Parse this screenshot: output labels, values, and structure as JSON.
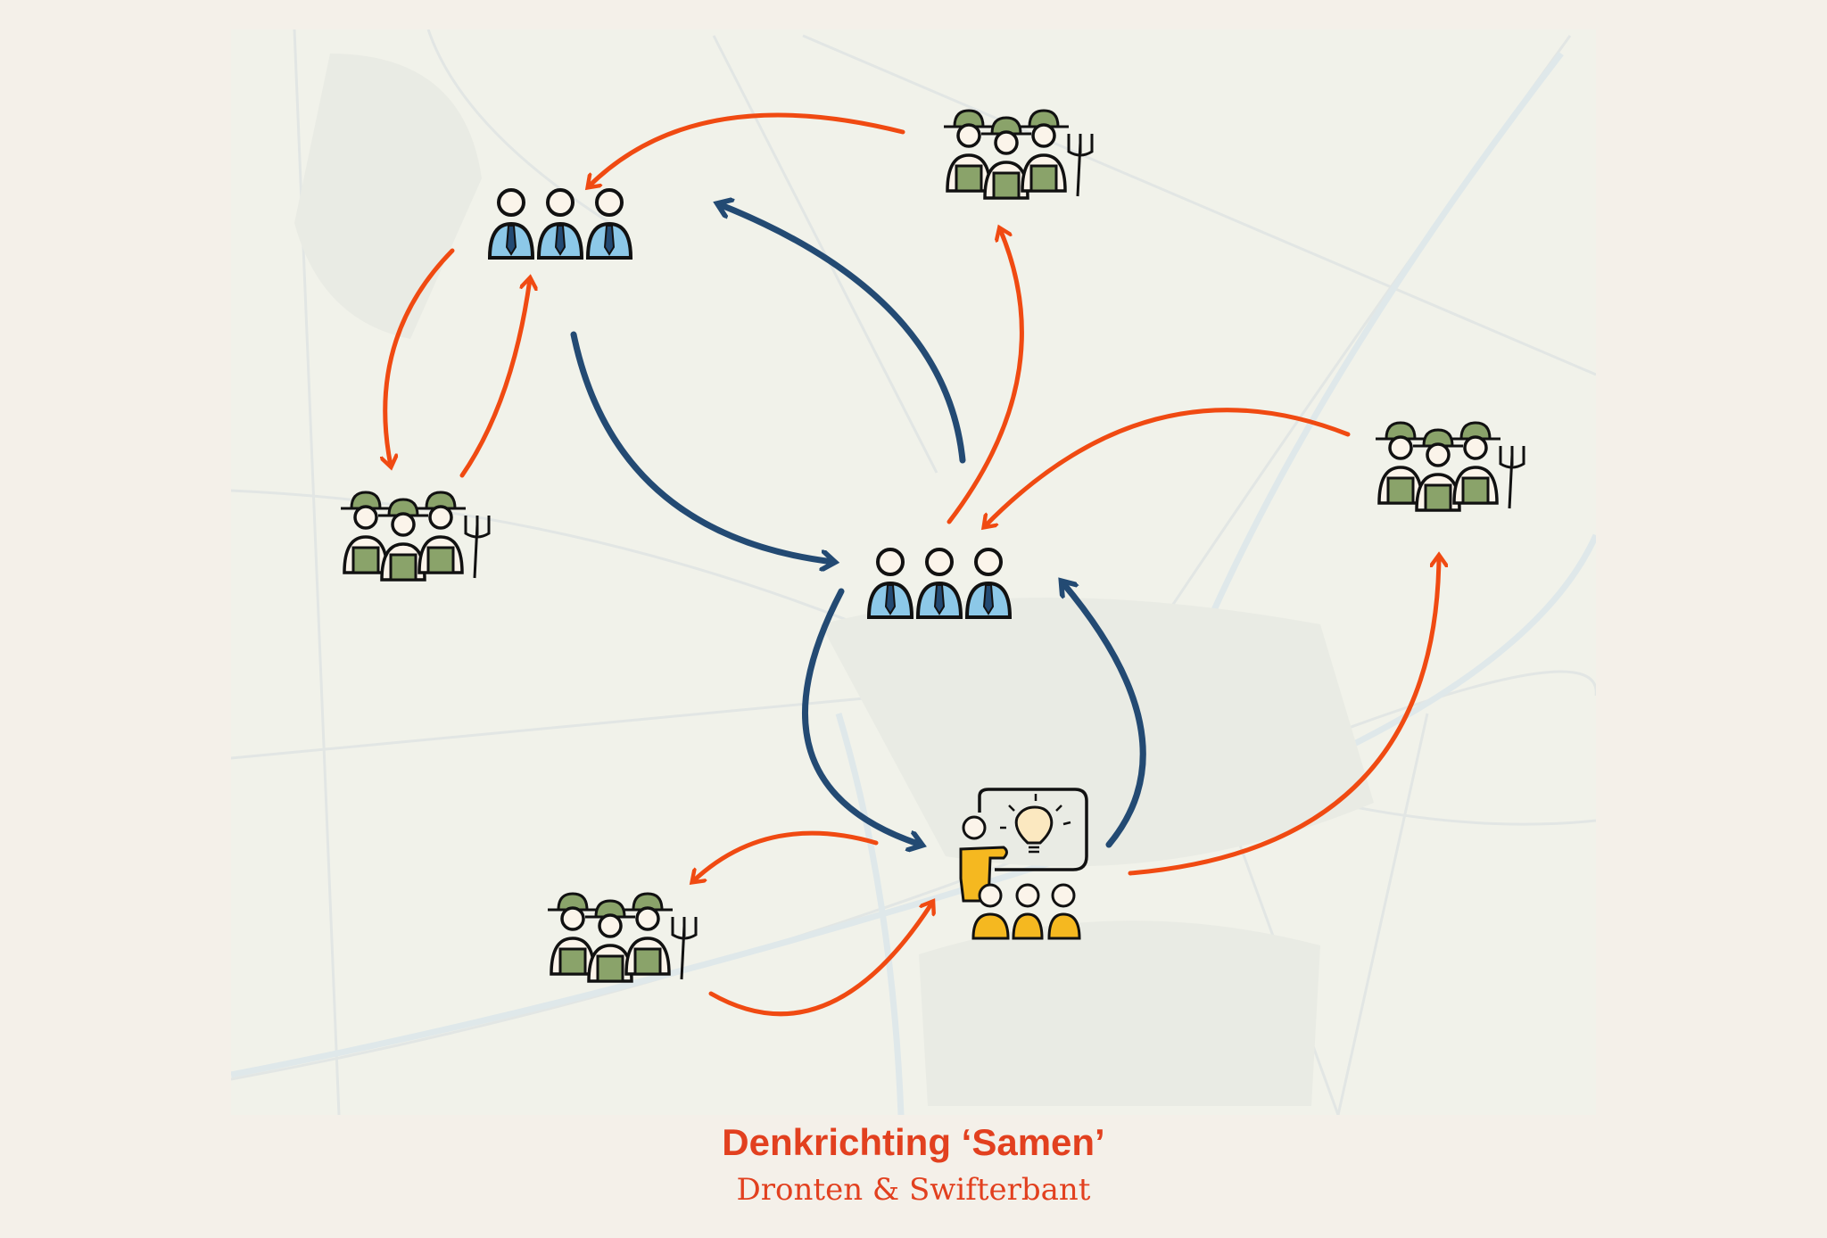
{
  "caption": {
    "title": "Denkrichting ‘Samen’",
    "subtitle": "Dronten & Swifterbant"
  },
  "colors": {
    "background": "#f4f0e9",
    "map": "#f1f2ea",
    "water": "#dfe8ea",
    "orange_arrow": "#f04a12",
    "blue_arrow": "#234a73",
    "official_shirt": "#8cc8e8",
    "farmer_green": "#8aa36a",
    "teacher_yellow": "#f5b820",
    "caption": "#e2401f"
  },
  "groups": [
    {
      "id": "officials-north",
      "icon": "officials-icon"
    },
    {
      "id": "officials-center",
      "icon": "officials-icon"
    },
    {
      "id": "farmers-north",
      "icon": "farmers-icon"
    },
    {
      "id": "farmers-west",
      "icon": "farmers-icon"
    },
    {
      "id": "farmers-east",
      "icon": "farmers-icon"
    },
    {
      "id": "farmers-south",
      "icon": "farmers-icon"
    },
    {
      "id": "teacher-session",
      "icon": "teacher-icon"
    }
  ]
}
